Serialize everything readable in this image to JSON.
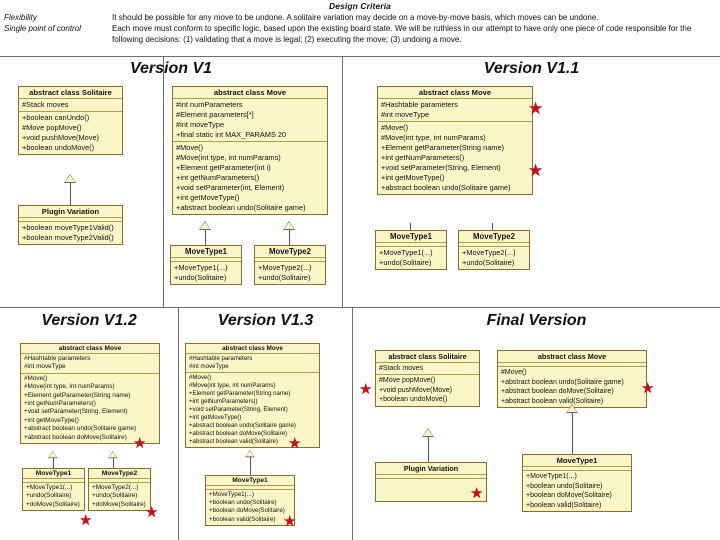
{
  "header": {
    "title": "Design Criteria",
    "rows": [
      {
        "term": "Flexibility",
        "text": "It should be possible for any move to be undone. A solitaire variation may decide on a move-by-move basis, which moves can be undone."
      },
      {
        "term": "Single point of control",
        "text": "Each move must conform to specific logic, based upon the existing board state. We will be ruthless in our attempt to have only one piece of code responsible for the following decisions: (1) validating that a move is legal; (2) executing the move; (3) undoing a move."
      }
    ]
  },
  "colors": {
    "class_fill": "#fbf6c8",
    "class_border": "#8a6d2a",
    "divider": "#b49b52",
    "star": "#c1121f",
    "panel_line": "#6e6e6e",
    "generalization": "#8a5a5a"
  },
  "sections": {
    "v1": {
      "title": "Version V1"
    },
    "v11": {
      "title": "Version V1.1"
    },
    "v12": {
      "title": "Version V1.2"
    },
    "v13": {
      "title": "Version V1.3"
    },
    "final": {
      "title": "Final Version"
    }
  },
  "classes": {
    "v1_solitaire": {
      "name": "abstract class Solitaire",
      "attributes": [
        "#Stack moves"
      ],
      "operations": [
        "+boolean canUndo()",
        "#Move popMove()",
        "+void pushMove(Move)",
        "+boolean undoMove()"
      ]
    },
    "v1_plugin": {
      "name": "Plugin Variation",
      "attributes": [],
      "operations": [
        "+boolean moveType1Valid()",
        "+boolean moveType2Valid()"
      ]
    },
    "v1_move": {
      "name": "abstract class Move",
      "attributes": [
        "#int numParameters",
        "#Element parameters[*]",
        "#int moveType",
        "+final static int MAX_PARAMS 20"
      ],
      "operations": [
        "#Move()",
        "#Move(int type, int numParams)",
        "+Element getParameter(int i)",
        "+int getNumParameters()",
        "+void setParameter(int, Element)",
        "+int getMoveType()",
        "+abstract boolean undo(Solitaire game)"
      ]
    },
    "v1_movetype1": {
      "name": "MoveType1",
      "attributes": [],
      "operations": [
        "+MoveType1(...)",
        "+undo(Solitaire)"
      ]
    },
    "v1_movetype2": {
      "name": "MoveType2",
      "attributes": [],
      "operations": [
        "+MoveType2(...)",
        "+undo(Solitaire)"
      ]
    },
    "v11_move": {
      "name": "abstract class Move",
      "attributes": [
        "#Hashtable parameters",
        "#int moveType"
      ],
      "operations": [
        "#Move()",
        "#Move(int type, int numParams)",
        "+Element getParameter(String name)",
        "+int getNumParameters()",
        "+void setParameter(String, Element)",
        "+int getMoveType()",
        "+abstract boolean undo(Solitaire game)"
      ]
    },
    "v11_movetype1": {
      "name": "MoveType1",
      "attributes": [],
      "operations": [
        "+MoveType1(...)",
        "+undo(Solitaire)"
      ]
    },
    "v11_movetype2": {
      "name": "MoveType2",
      "attributes": [],
      "operations": [
        "+MoveType2(...)",
        "+undo(Solitaire)"
      ]
    },
    "v12_move": {
      "name": "abstract class Move",
      "attributes": [
        "#Hashtable parameters",
        "#int moveType"
      ],
      "operations": [
        "#Move()",
        "#Move(int type, int numParams)",
        "+Element getParameter(String name)",
        "+int getNumParameters()",
        "+void setParameter(String, Element)",
        "+int getMoveType()",
        "+abstract boolean undo(Solitaire game)",
        "+abstract boolean doMove(Solitaire)"
      ]
    },
    "v12_movetype1": {
      "name": "MoveType1",
      "attributes": [],
      "operations": [
        "+MoveType1(...)",
        "+undo(Solitaire)",
        "+doMove(Solitaire)"
      ]
    },
    "v12_movetype2": {
      "name": "MoveType2",
      "attributes": [],
      "operations": [
        "+MoveType2(...)",
        "+undo(Solitaire)",
        "+doMove(Solitaire)"
      ]
    },
    "v13_move": {
      "name": "abstract class Move",
      "attributes": [
        "#Hashtable parameters",
        "#int moveType"
      ],
      "operations": [
        "#Move()",
        "#Move(int type, int numParams)",
        "+Element getParameter(String name)",
        "+int getNumParameters()",
        "+void setParameter(String, Element)",
        "+int getMoveType()",
        "+abstract boolean undo(Solitaire game)",
        "+abstract boolean doMove(Solitaire)",
        "+abstract boolean valid(Solitaire)"
      ]
    },
    "v13_movetype1": {
      "name": "MoveType1",
      "attributes": [],
      "operations": [
        "+MoveType1(...)",
        "+boolean undo(Solitaire)",
        "+boolean doMove(Solitaire)",
        "+boolean valid(Solitaire)"
      ]
    },
    "final_solitaire": {
      "name": "abstract class Solitaire",
      "attributes": [
        "#Stack moves"
      ],
      "operations": [
        "#Move popMove()",
        "+void pushMove(Move)",
        "+boolean undoMove()"
      ]
    },
    "final_plugin": {
      "name": "Plugin Variation",
      "attributes": [],
      "operations": []
    },
    "final_move": {
      "name": "abstract class Move",
      "attributes": [],
      "operations": [
        "#Move()",
        "+abstract boolean undo(Solitaire game)",
        "+abstract boolean doMove(Solitaire)",
        "+abstract boolean valid(Solitaire)"
      ]
    },
    "final_movetype1": {
      "name": "MoveType1",
      "attributes": [],
      "operations": [
        "+MoveType1(...)",
        "+boolean undo(Solitaire)",
        "+boolean doMove(Solitaire)",
        "+boolean valid(Solitaire)"
      ]
    }
  }
}
